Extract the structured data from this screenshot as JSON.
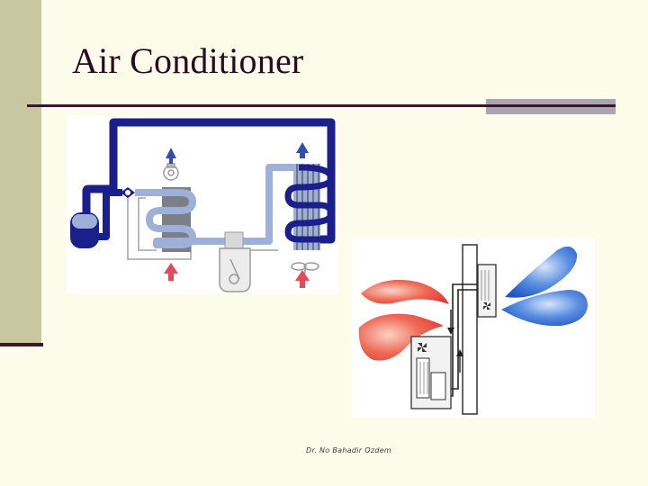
{
  "slide": {
    "title": "Air Conditioner",
    "footer": "Dr. No Bahadir Ozdem"
  },
  "figures": {
    "refrigeration_cycle": {
      "icon": "refrigeration-cycle-diagram"
    },
    "split_unit": {
      "icon": "split-unit-airflow-diagram"
    }
  },
  "colors": {
    "background": "#fcfcea",
    "left_bar": "#c9c79f",
    "accent_line": "#3c1530",
    "title_text": "#2a0a20",
    "high_pressure_pipe": "#1a1f8c",
    "low_pressure_pipe": "#9fb0d8",
    "warm_air": "#e8504a",
    "cool_air": "#2f6ed0"
  }
}
